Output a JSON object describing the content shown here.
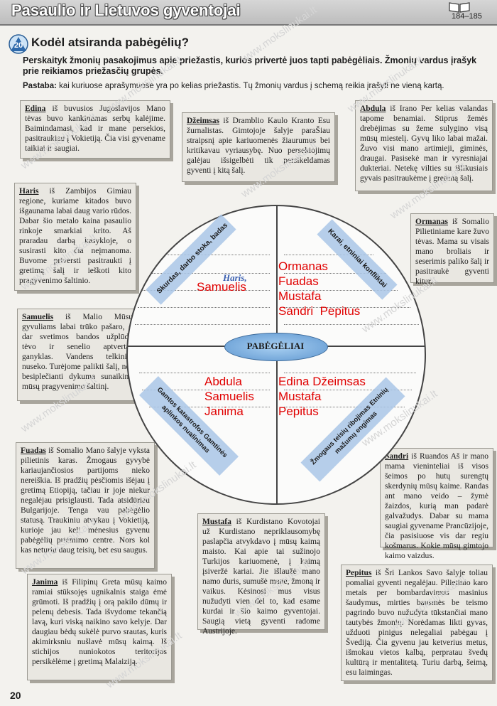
{
  "header": {
    "title": "Pasaulio ir Lietuvos gyventojai",
    "page_range": "184–185"
  },
  "section": {
    "number": "20",
    "title": "Kodėl atsiranda pabėgėlių?"
  },
  "instruction": "Perskaityk žmonių pasakojimus apie priežastis, kurios privertė juos tapti pabėgėliais. Žmonių vardus įrašyk prie reikiamos priežasčių grupės.",
  "note": {
    "label": "Pastaba:",
    "text": "kai kuriuose aprašymuose yra po kelias priežastis. Tų žmonių vardus į schemą reikia įrašyti ne vieną kartą."
  },
  "cards": {
    "edina": {
      "name": "Edina",
      "text": " iš buvusios Jugoslavijos Mano tėvas buvo kankinamas serbų kalėjime. Baimindamasi, kad ir mane persekios, pasitraukiau į Vokietiją. Čia visi gyvename taikiai ir saugiai."
    },
    "dzeimsas": {
      "name": "Džeimsas",
      "text": " iš Dramblio Kaulo Kranto Esu žurnalistas. Gimtojoje šalyje paraŠiau straipsnį apie kariuomenės žiaurumus bei kritikavau vyriausybę. Nuo persekiojimų galėjau išsigelbėti tik persikeldamas gyventi į kitą šalį."
    },
    "abdula": {
      "name": "Abdula",
      "text": " iš Irano Per kelias valandas tapome benamiai. Stiprus žemės drebėjimas su žeme sulygino visą mūsų miestelį. Gyvų liko labai mažai. Žuvo visi mano artimieji, giminės, draugai. Pasisekė man ir vyresniajai dukteriai. Netekę vilties su išlikusiais gyvais pasitraukėme į gretimą šalį."
    },
    "haris": {
      "name": "Haris",
      "text": " iš Zambijos Gimiau regione, kuriame kitados buvo išgaunama labai daug vario rūdos. Dabar šio metalo kaina pasaulio rinkoje smarkiai krito. Aš praradau darbą kasykloje, o susirasti kito čia neįmanoma. Buvome priversti pasitraukti į gretimą šalį ir ieškoti kito pragyvenimo šaltinio."
    },
    "ormanas": {
      "name": "Ormanas",
      "text": " iš Somalio Pilietiniame kare žuvo tėvas. Mama su visais mano broliais ir seserimis paliko šalį ir pasitraukė gyventi kitur."
    },
    "samuelis": {
      "name": "Samuelis",
      "text": " iš Malio Mūsų gyvuliams labai trūko pašaro, o dar svetimos bandos užplūdo tėvo ir senelio aptvertas ganyklas. Vandens telkiniai nuseko. Turėjome palikti šalį, nes besiplečianti dykuma sunaikino mūsų pragyvenimo šaltinį."
    },
    "fuadas": {
      "name": "Fuadas",
      "text": " iš Somalio Mano šalyje vyksta pilietinis karas. Žmogaus gyvybė kariaujančiosios partijoms nieko nereiškia. Iš pradžių pėsčiomis išėjau į gretimą Etiopiją, tačiau ir joje niekur negalėjau prisiglausti. Tada atsidūriau Bulgarijoje. Tenga vau pabėgėlio statusą. Traukiniu atvykau į Vokietiją, kurioje jau keli mėnesius gyvenu pabėgėlių priėmimo centre. Nors kol kas neturiu daug teisių, bet esu saugus."
    },
    "sandri": {
      "name": "Sandri",
      "text": " iš Ruandos Aš ir mano mama vieninteliai iš visos šeimos po hutų surengtų skerdynių mūsų kaime. Randas ant mano veido – žymė žaizdos, kurią man padarė galvažudys. Dabar su mama saugiai gyvename Prancūzijoje, čia pasisiuose vis dar regiu košmarus. Kokie mūsų gimtojo kaimo vaizdus."
    },
    "mustafa": {
      "name": "Mustafa",
      "text": " iš Kurdistano Kovotojai už Kurdistano nepriklausomybę paslapčia atvykdavo į mūsų kaimą maisto. Kai apie tai sužinojo Turkijos kariuomenė, į kaimą įsiveržė kariai. Jie išlaužė mano namo duris, sumušė mane, žmoną ir vaikus. Kėsinosi mus visus nužudyti vien dėl to, kad esame kurdai ir šio kaimo gyventojai. Saugią vietą gyventi radome Austrijoje."
    },
    "janima": {
      "name": "Janima",
      "text": " iš Filipinų Greta mūsų kaimo ramiai stūksojęs ugnikalnis staiga ėmė grūmoti. Iš pradžių į orą pakilo dūmų ir pelenų debesis. Tada išvydome tekančią lavą, kuri viską naikino savo kelyje. Dar daugiau bėdų sukėlė purvo srautas, kuris akimirksniu nušlavė mūsų kaimą. Iš stichijos nuniokotos teritorijos persikėlėme į gretimą Malaiziją."
    },
    "pepitus": {
      "name": "Pepitus",
      "text": " iš Šri Lankos Savo šalyje toliau pomaliai gyventi negalėjau. Pilietinio karo metais per bombardavimus masinius šaudymus, mirties bausmės be teismo pagrindo buvo nužudyta tūkstančiai mano tautybės žmonių. Norėdamas likti gyvas, užduoti pinigus nelegaliai pabėgau į Švediją. Čia gyvenu jau ketverius metus, išmokau vietos kalbą, perpratau švedų kultūrą ir mentalitetą. Turiu darbą, šeimą, esu laimingas."
    }
  },
  "diagram": {
    "center_label": "PABĖGĖLIAI",
    "bands": {
      "top_left": "Skurdas, darbo stoka, badas",
      "top_right": "Karai, etniniai konfliktai",
      "bottom_left": "Gamtos katastrofos Gamtinės aplinkos nualinimas",
      "bottom_right": "Žmogaus teisių ribojimas Etninių mažumų engimas"
    },
    "handwritten": {
      "top_left_blue": "Haris,",
      "top_left": "Samuelis",
      "top_right": "Ormanas\nFuadas\nMustafa\nSandri  Pepitus",
      "bottom_left": "Abdula\nSamuelis\nJanima",
      "bottom_right": "Edina Džeimsas\nMustafa\nPepitus"
    }
  },
  "watermark": "www.mokslinukai.lt",
  "page_number": "20",
  "colors": {
    "handwriting": "#e00000",
    "band": "#a9c6e6",
    "oval": "#5f97d0"
  }
}
